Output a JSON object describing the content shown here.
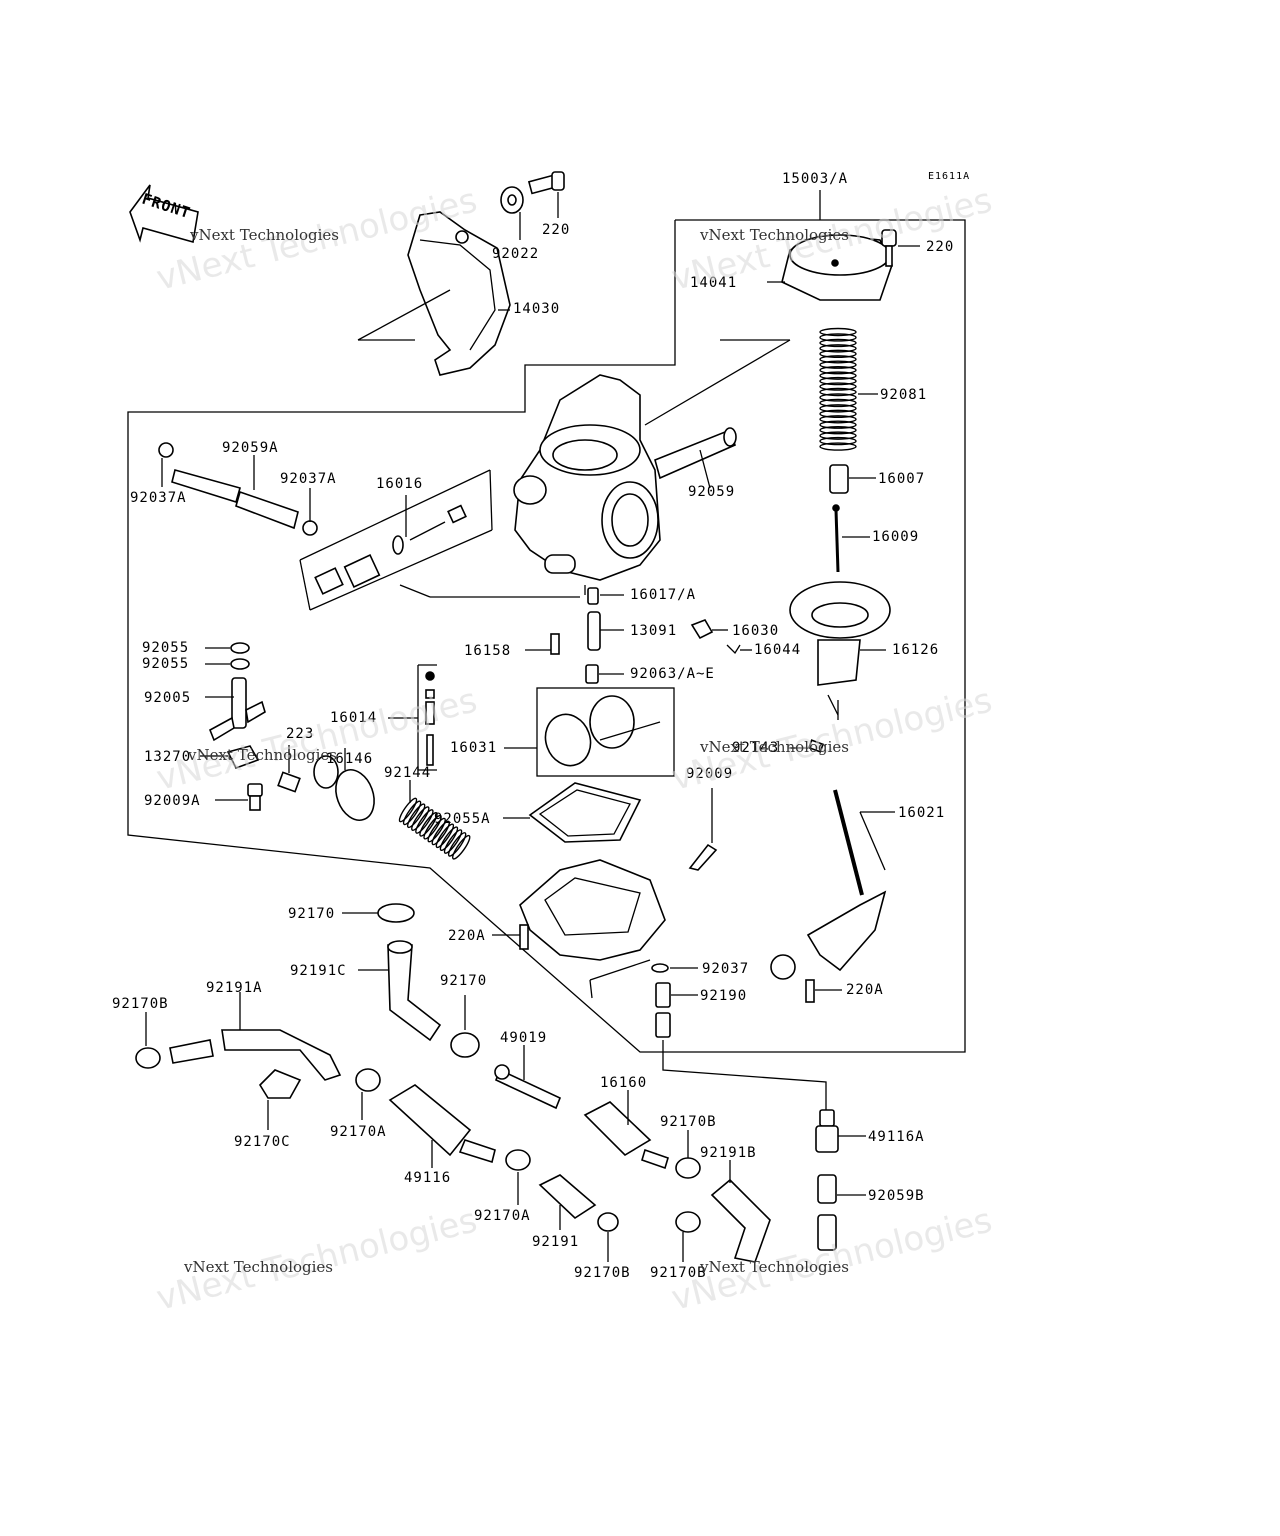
{
  "diagram_code": "E1611A",
  "front_arrow_label": "FRONT",
  "watermarks": [
    {
      "small": "vNext Technologies",
      "large": "vNext Technologies"
    },
    {
      "small": "vNext Technologies",
      "large": "vNext Technologies"
    },
    {
      "small": "vNext Technologies",
      "large": "vNext Technologies"
    },
    {
      "small": "vNext Technologies",
      "large": "vNext Technologies"
    },
    {
      "small": "vNext Technologies",
      "large": "vNext Technologies"
    },
    {
      "small": "vNext Technologies",
      "large": "vNext Technologies"
    }
  ],
  "part_labels": {
    "p15003A": "15003/A",
    "p220_top": "220",
    "p92022": "92022",
    "p220_right": "220",
    "p14041": "14041",
    "p14030": "14030",
    "p92081": "92081",
    "p92059A": "92059A",
    "p92037A_r": "92037A",
    "p92037A_l": "92037A",
    "p16016": "16016",
    "p92059": "92059",
    "p16007": "16007",
    "p16009": "16009",
    "p16017A": "16017/A",
    "p92055_1": "92055",
    "p92055_2": "92055",
    "p13091": "13091",
    "p16030": "16030",
    "p16158": "16158",
    "p16044": "16044",
    "p16126": "16126",
    "p92063": "92063/A~E",
    "p92005": "92005",
    "p16014": "16014",
    "p223": "223",
    "p16031": "16031",
    "p92143": "92143",
    "p13270": "13270",
    "p16146": "16146",
    "p92009A": "92009A",
    "p92144": "92144",
    "p92009": "92009",
    "p16021": "16021",
    "p92055A": "92055A",
    "p92170_top": "92170",
    "p220A_l": "220A",
    "p92191C": "92191C",
    "p92037": "92037",
    "p92170_mid": "92170",
    "p220A_r": "220A",
    "p92190": "92190",
    "p92170B_l": "92170B",
    "p92191A": "92191A",
    "p49019": "49019",
    "p16160": "16160",
    "p92170C": "92170C",
    "p92170A_1": "92170A",
    "p92170B_r": "92170B",
    "p49116A": "49116A",
    "p92191B": "92191B",
    "p49116": "49116",
    "p92059B": "92059B",
    "p92170A_2": "92170A",
    "p92191": "92191",
    "p92170B_b1": "92170B",
    "p92170B_b2": "92170B"
  }
}
